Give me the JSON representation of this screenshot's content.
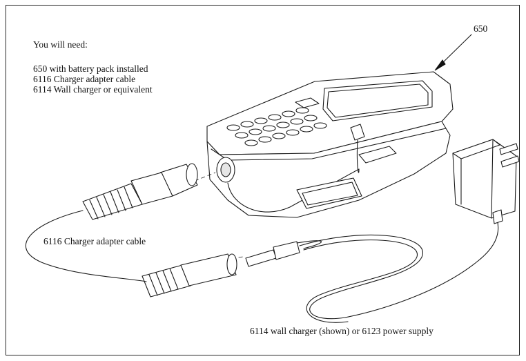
{
  "diagram": {
    "needs_heading": "You will need:",
    "needs_items": [
      "650 with battery pack installed",
      "6116 Charger adapter cable",
      "6114 Wall charger or equivalent"
    ],
    "label_device": "650",
    "label_cable": "6116 Charger adapter cable",
    "label_charger": "6114 wall charger (shown) or 6123 power supply"
  }
}
